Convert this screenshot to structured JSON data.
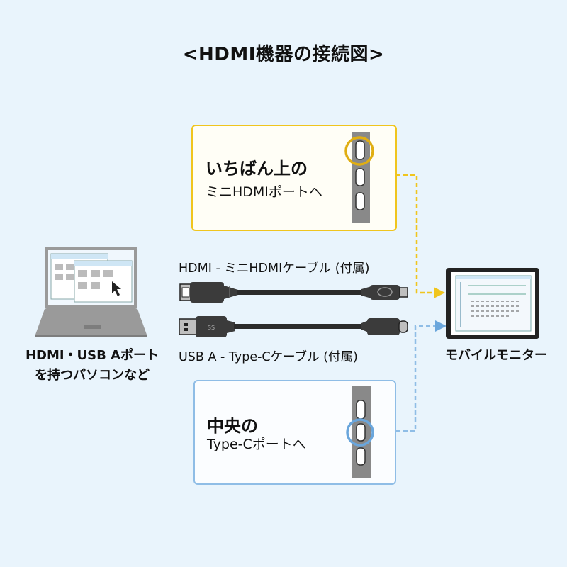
{
  "title": "<HDMI機器の接続図>",
  "callout_top": {
    "heading": "いちばん上の",
    "subtext": "ミニHDMIポートへ"
  },
  "callout_bottom": {
    "heading": "中央の",
    "subtext": "Type-Cポートへ"
  },
  "cable_hdmi": {
    "label": "HDMI - ミニHDMIケーブル (付属)"
  },
  "cable_usb": {
    "label": "USB A - Type-Cケーブル (付属)",
    "connector_text": "SS"
  },
  "pc": {
    "label_line1": "HDMI・USB Aポート",
    "label_line2": "を持つパソコンなど"
  },
  "monitor": {
    "label": "モバイルモニター"
  },
  "colors": {
    "background": "#e9f4fc",
    "accent_yellow": "#f0c51e",
    "accent_blue": "#8fbde6",
    "device_gray": "#8c8c8c"
  }
}
